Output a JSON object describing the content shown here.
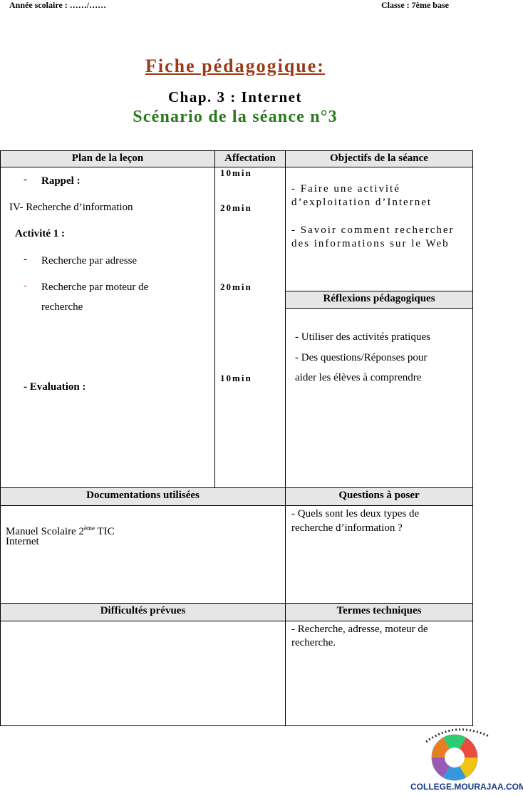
{
  "header": {
    "annee": "Année scolaire : ……/……",
    "classe": "Classe : 7ème base"
  },
  "title": "Fiche pédagogique:",
  "chapter": "Chap. 3 : Internet",
  "scenario": "Scénario de la séance n°3",
  "table": {
    "headers": {
      "plan": "Plan de la leçon",
      "affectation": "Affectation",
      "objectifs": "Objectifs de la séance",
      "reflexions": "Réflexions pédagogiques",
      "documentations": "Documentations utilisées",
      "questions": "Questions à poser",
      "difficultes": "Difficultés prévues",
      "termes": "Termes techniques"
    },
    "plan": {
      "rappel": "Rappel :",
      "section": "IV- Recherche d’information",
      "activite": "Activité 1 :",
      "item1": "Recherche par adresse",
      "item2_line1": "Recherche par moteur de",
      "item2_line2": "recherche",
      "evaluation": "- Evaluation :"
    },
    "times": [
      "10min",
      "20min",
      "20min",
      "10min"
    ],
    "objectifs": {
      "o1_l1": "- Faire une activité",
      "o1_l2": "d’exploitation d’Internet",
      "o2_l1": "- Savoir comment rechercher",
      "o2_l2": "des informations sur le Web"
    },
    "reflexions": {
      "r1": "- Utiliser des activités pratiques",
      "r2": "- Des questions/Réponses pour",
      "r3": "aider les élèves à comprendre"
    },
    "documentations": {
      "d1": "Manuel Scolaire 2",
      "d1_sup": "ème",
      "d1_end": " TIC",
      "d2": "Internet"
    },
    "questions": {
      "q1": "- Quels sont les deux types de",
      "q2": "recherche d’information ?"
    },
    "termes": {
      "t1": "- Recherche, adresse, moteur de",
      "t2": "recherche."
    }
  },
  "logo": {
    "site": "COLLEGE.MOURAJAA.COM"
  },
  "colors": {
    "title": "#9a3a17",
    "scenario": "#2a7a1c",
    "header_bg": "#e6e6e6"
  }
}
